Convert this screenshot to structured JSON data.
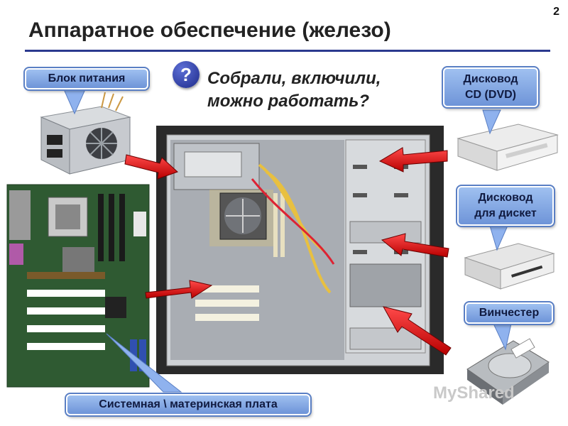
{
  "page_number": "2",
  "title": "Аппаратное обеспечение (железо)",
  "question": {
    "badge": "?",
    "line1": "Собрали, включили,",
    "line2": "можно работать?"
  },
  "callouts": {
    "power_supply": "Блок питания",
    "cd_drive_line1": "Дисковод",
    "cd_drive_line2": "CD (DVD)",
    "floppy_line1": "Дисковод",
    "floppy_line2": "для дискет",
    "hdd": "Винчестер",
    "motherboard": "Системная \\ материнская плата"
  },
  "watermark": "MyShared",
  "colors": {
    "accent": "#2b3a8f",
    "callout": "#8fb2ee",
    "arrow": "#e01a1a"
  }
}
